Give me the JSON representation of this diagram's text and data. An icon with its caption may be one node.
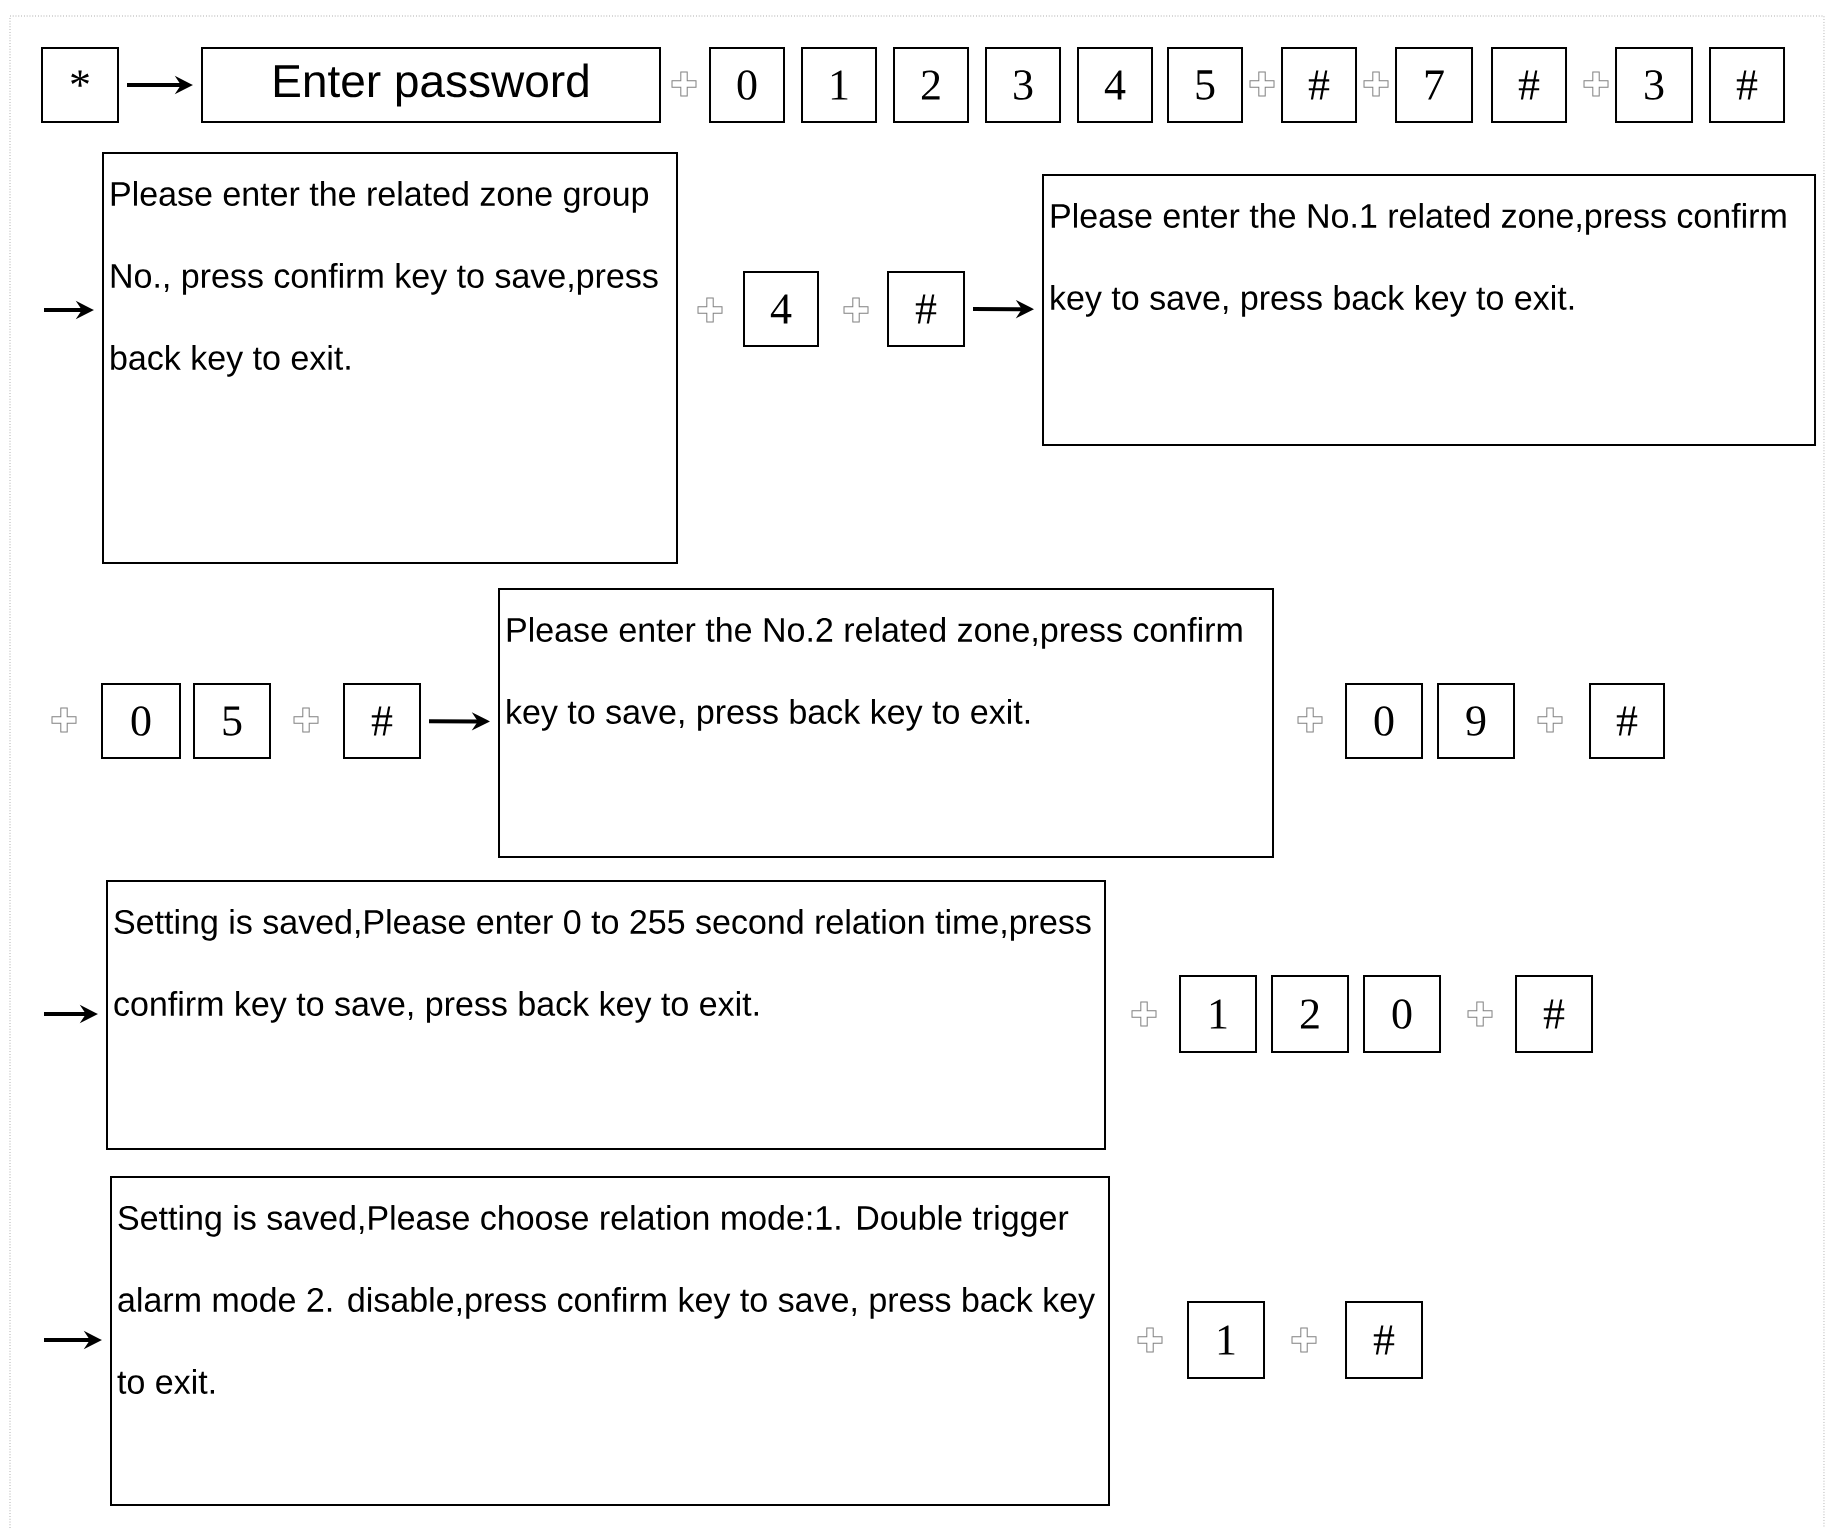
{
  "diagram": {
    "nodes": [
      {
        "text": [
          "*"
        ]
      },
      {
        "text": [
          "Enter password"
        ]
      },
      {
        "text": [
          "0"
        ]
      },
      {
        "text": [
          "1"
        ]
      },
      {
        "text": [
          "2"
        ]
      },
      {
        "text": [
          "3"
        ]
      },
      {
        "text": [
          "4"
        ]
      },
      {
        "text": [
          "5"
        ]
      },
      {
        "text": [
          "#"
        ]
      },
      {
        "text": [
          "7"
        ]
      },
      {
        "text": [
          "#"
        ]
      },
      {
        "text": [
          "3"
        ]
      },
      {
        "text": [
          "#"
        ]
      },
      {
        "text": [
          "Please enter the related zone group No., press confirm key to save,press back key to exit."
        ]
      },
      {
        "text": [
          "4"
        ]
      },
      {
        "text": [
          "#"
        ]
      },
      {
        "text": [
          "Please enter the No.1 related zone,press confirm key to save, press back key to exit."
        ]
      },
      {
        "text": [
          "0"
        ]
      },
      {
        "text": [
          "5"
        ]
      },
      {
        "text": [
          "#"
        ]
      },
      {
        "text": [
          "Please enter the No.2 related zone,press confirm key to save, press back key to exit."
        ]
      },
      {
        "text": [
          "0"
        ]
      },
      {
        "text": [
          "9"
        ]
      },
      {
        "text": [
          "#"
        ]
      },
      {
        "text": [
          "Setting is saved,Please enter 0 to 255 second relation time,press confirm key to save, press back key to exit."
        ]
      },
      {
        "text": [
          "1"
        ]
      },
      {
        "text": [
          "2"
        ]
      },
      {
        "text": [
          "0"
        ]
      },
      {
        "text": [
          "#"
        ]
      },
      {
        "text": [
          "Setting is saved,Please choose relation mode:1. Double trigger alarm mode    2. disable,press confirm key to save, press back key to exit."
        ]
      },
      {
        "text": [
          "1"
        ]
      },
      {
        "text": [
          "#"
        ]
      }
    ],
    "edges": [
      {
        "from": 0,
        "to": 1,
        "arrow": "to"
      },
      {
        "from": null,
        "to": 13,
        "arrow": "to"
      },
      {
        "from": 15,
        "to": 16,
        "arrow": "to"
      },
      {
        "from": 19,
        "to": 20,
        "arrow": "to"
      },
      {
        "from": null,
        "to": 24,
        "arrow": "to"
      },
      {
        "from": null,
        "to": 29,
        "arrow": "to"
      }
    ]
  }
}
